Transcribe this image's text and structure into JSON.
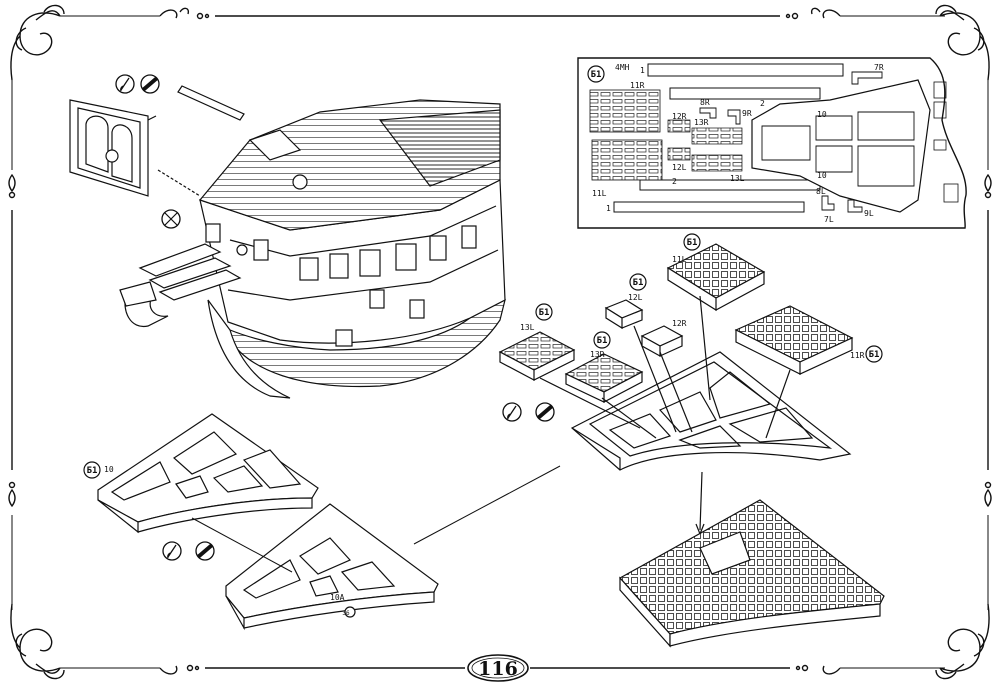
{
  "page_number": "116",
  "badge": "Б1",
  "sheet": {
    "title": "4MH",
    "labels": [
      "1",
      "11R",
      "11L",
      "12R",
      "12L",
      "13R",
      "13L",
      "8R",
      "8L",
      "9R",
      "9L",
      "7R",
      "7L",
      "10",
      "2"
    ]
  },
  "parts": {
    "p11L": "11L",
    "p11R": "11R",
    "p12L": "12L",
    "p12R": "12R",
    "p13L": "13L",
    "p13R": "13R",
    "p10": "10",
    "p10A": "10A",
    "p10A_ref": "36"
  },
  "icons": [
    "knife-icon",
    "glue-icon",
    "no-glue-icon"
  ]
}
